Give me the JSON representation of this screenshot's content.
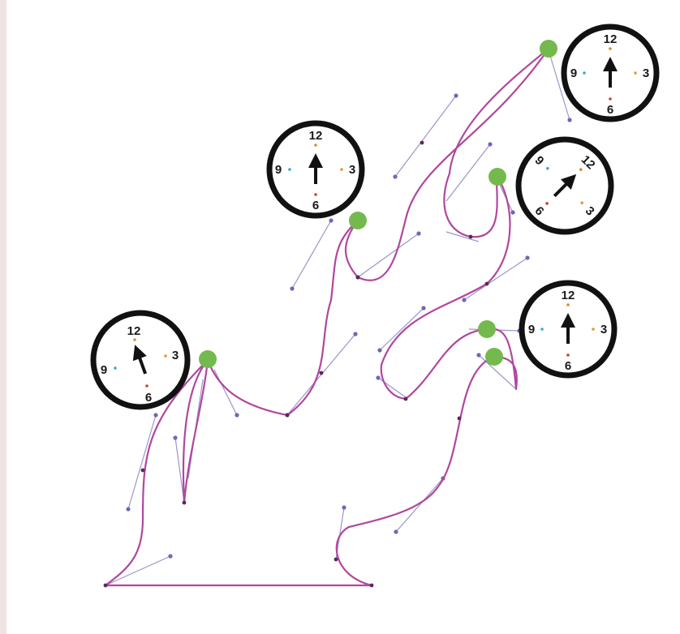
{
  "colors": {
    "page_background": "#ffffff",
    "left_edge_strip": "#efe4e3",
    "path_stroke": "#b0479f",
    "handle_line": "#9c95c8",
    "handle_point": "#6f66b8",
    "anchor_point": "#56295f",
    "start_marker": "#74b94d",
    "clock_ring": "#111111",
    "clock_face": "#ffffff",
    "clock_hand": "#111111",
    "dot_12": "#d98b2b",
    "dot_3": "#e8962e",
    "dot_6": "#c8452a",
    "dot_9": "#3aa7d8"
  },
  "icon_names": [
    "clock-icon",
    "arrow-hand-icon",
    "start-point-marker-icon"
  ],
  "clocks": [
    {
      "id": "clock-1",
      "labels": {
        "top": "12",
        "right": "3",
        "bottom": "6",
        "left": "9"
      },
      "hand_direction": "north-northwest"
    },
    {
      "id": "clock-2",
      "labels": {
        "top": "12",
        "right": "3",
        "bottom": "6",
        "left": "9"
      },
      "hand_direction": "north"
    },
    {
      "id": "clock-3",
      "labels": {
        "top": "12",
        "right": "3",
        "bottom": "6",
        "left": "9"
      },
      "hand_direction": "north"
    },
    {
      "id": "clock-4",
      "labels": {
        "top": "12",
        "right": "3",
        "bottom": "6",
        "left": "9"
      },
      "hand_direction": "north",
      "rotated_face": true
    },
    {
      "id": "clock-5",
      "labels": {
        "top": "12",
        "right": "3",
        "bottom": "6",
        "left": "9"
      },
      "hand_direction": "north"
    }
  ]
}
